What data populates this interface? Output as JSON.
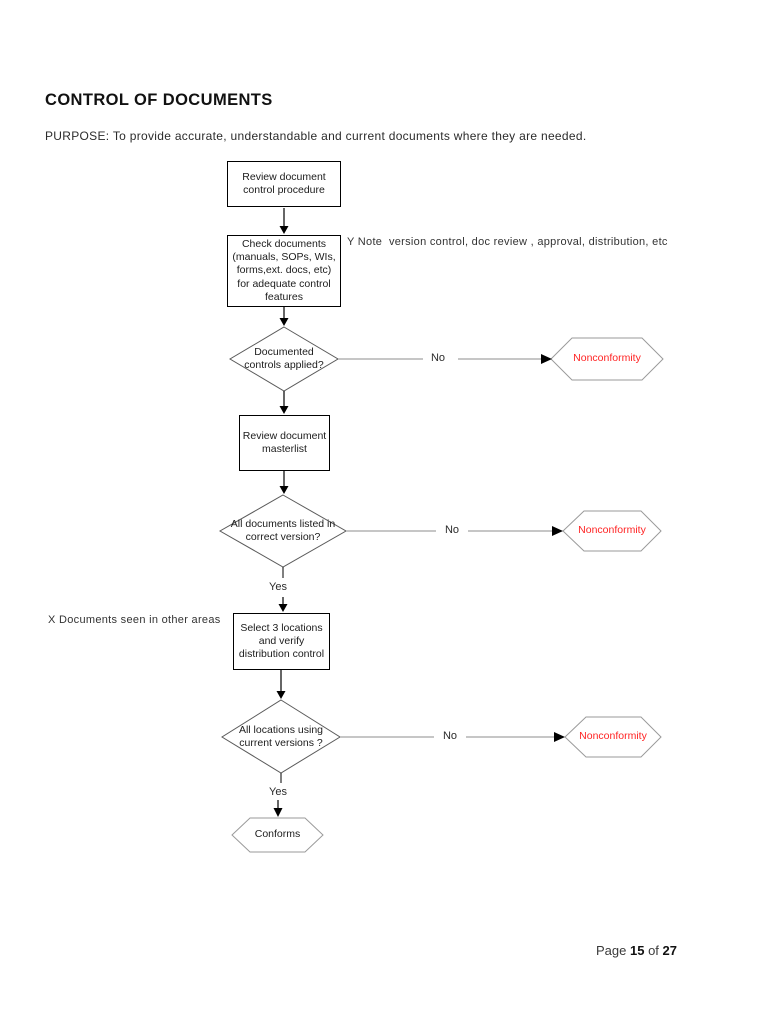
{
  "header": {
    "title": "CONTROL OF DOCUMENTS",
    "purpose": "PURPOSE: To provide accurate, understandable and current documents where they are needed."
  },
  "flowchart": {
    "process1": {
      "label": "Review document\ncontrol procedure"
    },
    "process2": {
      "label": "Check documents\n(manuals, SOPs, WIs,\nforms,ext. docs, etc)\nfor adequate control\nfeatures"
    },
    "note_y": {
      "label": "Y Note  version control, doc review , approval, distribution, etc"
    },
    "decision1": {
      "label": "Documented\ncontrols applied?",
      "no_label": "No"
    },
    "nonconformity1": {
      "label": "Nonconformity"
    },
    "process3": {
      "label": "Review document\nmasterlist"
    },
    "decision2": {
      "label": "All documents listed in\ncorrect version?",
      "no_label": "No",
      "yes_label": "Yes"
    },
    "nonconformity2": {
      "label": "Nonconformity"
    },
    "note_x": {
      "label": "X Documents seen in other areas"
    },
    "process4": {
      "label": "Select 3 locations\nand verify\ndistribution control"
    },
    "decision3": {
      "label": "All locations using\ncurrent versions ?",
      "no_label": "No",
      "yes_label": "Yes"
    },
    "nonconformity3": {
      "label": "Nonconformity"
    },
    "terminal": {
      "label": "Conforms"
    }
  },
  "footer": {
    "page_word": "Page",
    "page_number": "15",
    "of_word": "of",
    "total_pages": "27"
  },
  "colors": {
    "nonconformity_text": "#ff2323",
    "connector_line": "#8c8c8c",
    "diamond_border": "#5a5a5a",
    "hexagon_border": "#9a9a9a",
    "box_border": "#000000",
    "body_text": "#1c1c1c"
  }
}
